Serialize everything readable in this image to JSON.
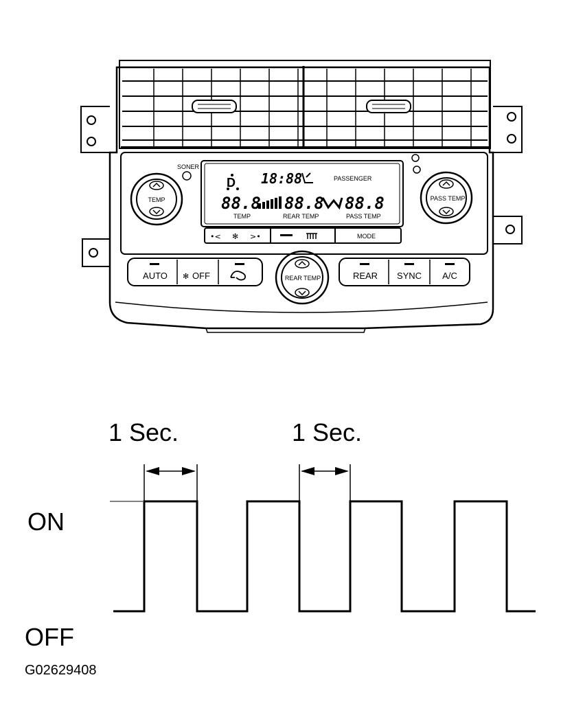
{
  "panel": {
    "sensor_label": "SONER",
    "display": {
      "mode_glyph": "D",
      "clock": "18:88",
      "passenger_label": "PASSENGER",
      "temp_digits_left": "88.8",
      "temp_digits_mid": "88.8",
      "temp_digits_right": "88.8",
      "temp_label": "TEMP",
      "rear_temp_label": "REAR TEMP",
      "pass_temp_label": "PASS TEMP",
      "mode_label": "MODE"
    },
    "knobs": {
      "left_label": "TEMP",
      "right_label": "PASS TEMP",
      "center_label": "REAR TEMP"
    },
    "buttons": {
      "auto": "AUTO",
      "fan_off": "OFF",
      "rear": "REAR",
      "sync": "SYNC",
      "ac": "A/C"
    }
  },
  "signal": {
    "interval_label_1": "1 Sec.",
    "interval_label_2": "1 Sec.",
    "on_label": "ON",
    "off_label": "OFF"
  },
  "figure_code": "G02629408"
}
